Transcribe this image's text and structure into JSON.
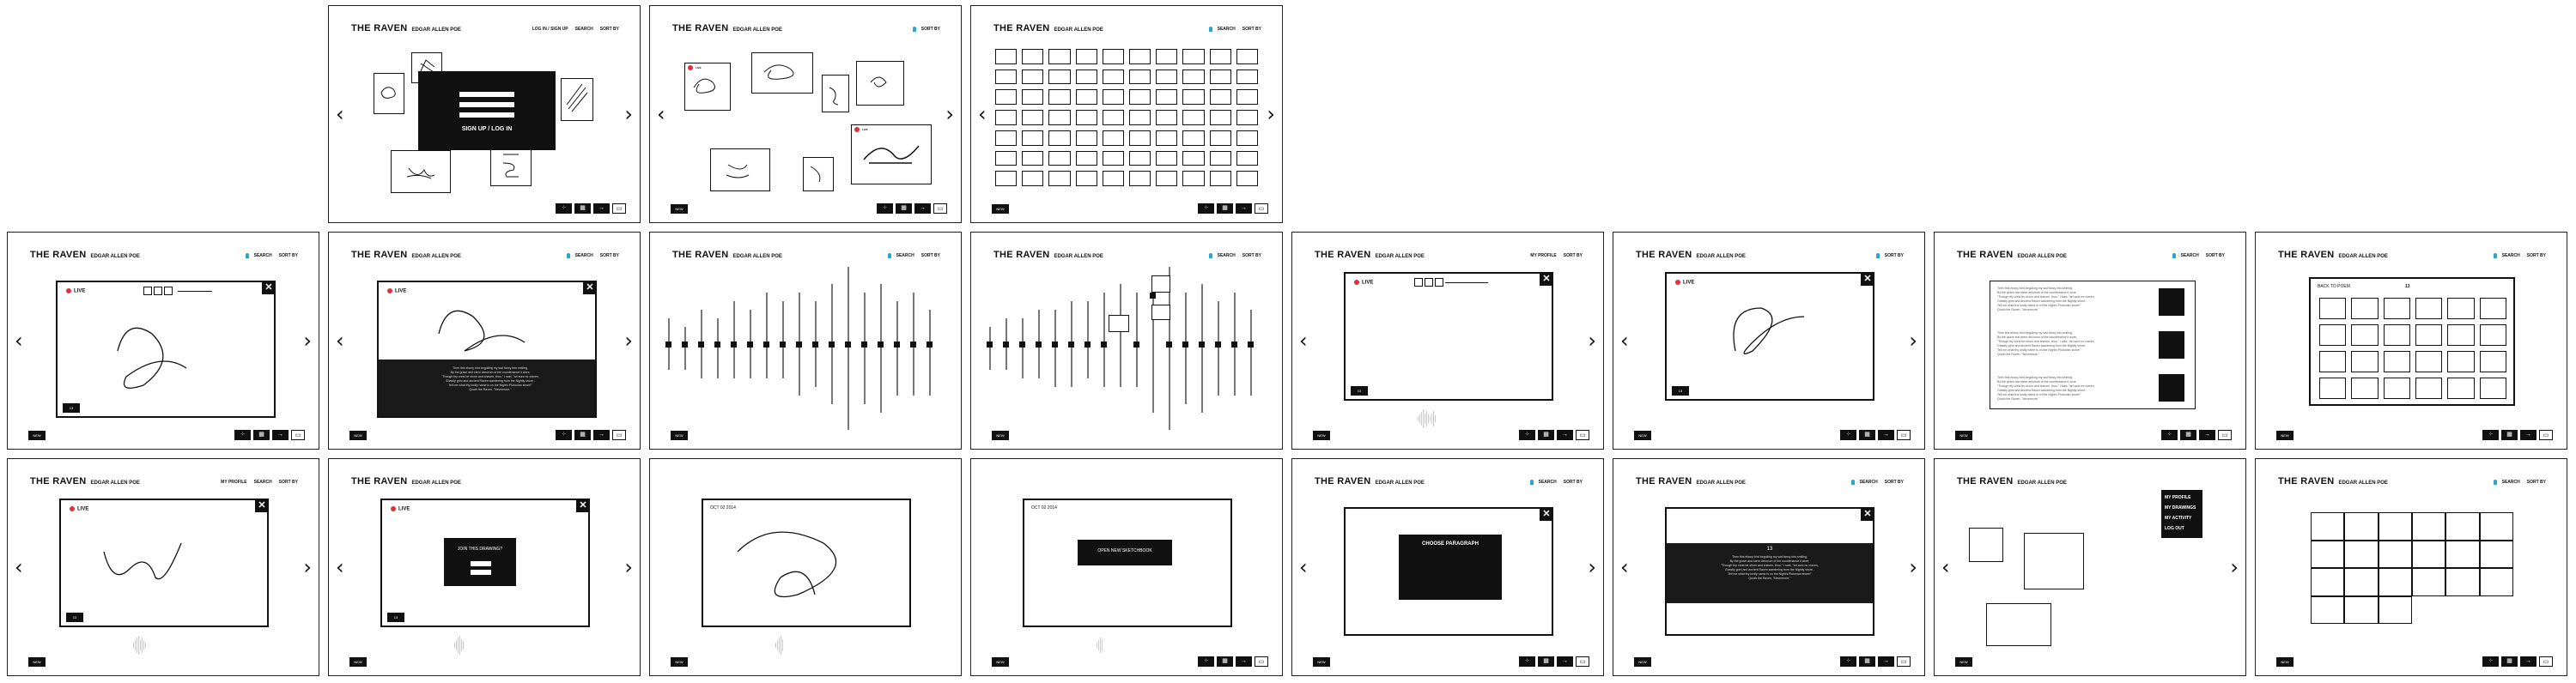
{
  "app": {
    "title": "THE RAVEN",
    "author": "EDGAR ALLEN POE"
  },
  "nav": {
    "login": "LOG IN / SIGN UP",
    "search": "SEARCH",
    "sort": "SORT BY",
    "profile": "MY PROFILE"
  },
  "labels": {
    "signup_login": "SIGN UP / LOG IN",
    "live": "LIVE",
    "join": "JOIN THIS DRAWING?",
    "open_new": "OPEN NEW SKETCHBOOK",
    "choose_paragraph": "CHOOSE PARAGRAPH",
    "back": "BACK TO POEM",
    "count": "13",
    "date": "OCT 02 2014"
  },
  "menu": {
    "items": [
      "MY PROFILE",
      "MY DRAWINGS",
      "MY ACTIVITY",
      "LOG OUT"
    ]
  },
  "poem": {
    "stanza": "Then this ebony bird beguiling my sad fancy into smiling,\nBy the grave and stern decorum of the countenance it wore,\n\"Though thy crest be shorn and shaven, thou,\" I said, \"art sure no craven,\nGhastly grim and ancient Raven wandering from the Nightly shore -\nTell me what thy lordly name is on the Night's Plutonian shore!\"\nQuoth the Raven, \"Nevermore.\""
  }
}
